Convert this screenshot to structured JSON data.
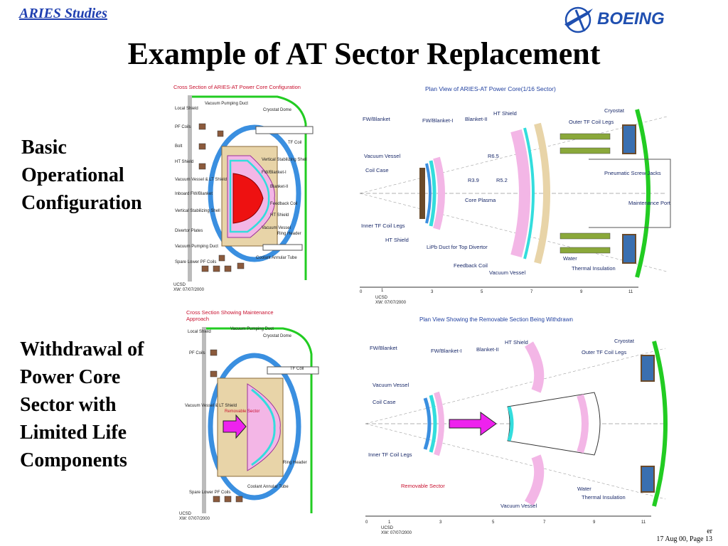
{
  "header": {
    "studies_link": "ARIES Studies",
    "logo_text": "BOEING"
  },
  "slide": {
    "title": "Example of AT Sector Replacement",
    "basic_text": [
      "Basic",
      "Operational",
      "Configuration"
    ],
    "withdraw_text": [
      "Withdrawal of",
      "Power Core",
      "Sector with",
      "Limited Life",
      "Components"
    ]
  },
  "fig1": {
    "caption": "Cross Section of ARIES-AT Power Core Configuration",
    "stamp": [
      "UCSD",
      "XW: 07/07/2000"
    ],
    "labels": [
      "Vacuum Pumping Duct",
      "Cryostat Dome",
      "Local Shield",
      "PF Coils",
      "TF Coil",
      "Bolt",
      "Vertical Stabilizing Shell",
      "HT Shield",
      "FW/Blanket-I",
      "Vacuum Vessel & LT Shield",
      "Blanket-II",
      "Inboard FW/Blanket",
      "Feedback Coil",
      "Vertical Stabilizing Shell",
      "HT Shield",
      "Vacuum Vessel",
      "Divertor Plates",
      "Vacuum Pumping Duct",
      "Ring Header",
      "Spare Lower PF Coils",
      "Coolant Annular Tube"
    ]
  },
  "fig2": {
    "caption": "Plan View of ARIES-AT Power Core(1/16 Sector)",
    "stamp": [
      "UCSD",
      "XW: 07/07/2000"
    ],
    "labels": [
      "FW/Blanket",
      "FW/Blanket-I",
      "Blanket-II",
      "HT Shield",
      "Cryostat",
      "Outer TF Coil Legs",
      "Vacuum Vessel",
      "Coil Case",
      "R6.5",
      "R3.9",
      "R5.2",
      "Core Plasma",
      "Pneumatic Screw Jacks",
      "Maintenance Port",
      "Inner TF Coil Legs",
      "HT Shield",
      "LiPb Duct for Top Divertor",
      "Feedback Coil",
      "Vacuum Vessel",
      "Water",
      "Thermal Insulation"
    ],
    "axis": [
      "0",
      "1",
      "3",
      "5",
      "7",
      "9",
      "11"
    ]
  },
  "fig3": {
    "caption": [
      "Cross Section Showing Maintenance",
      "Approach"
    ],
    "stamp": [
      "UCSD",
      "XW: 07/07/2000"
    ],
    "labels": [
      "Local Shield",
      "Vacuum Pumping Duct",
      "Cryostat Dome",
      "PF Coils",
      "TF Coil",
      "Vacuum Vessel & LT Shield",
      "Removable Sector",
      "Ring Header",
      "Spare Lower PF Coils",
      "Coolant Annular Tube"
    ]
  },
  "fig4": {
    "caption": "Plan View Showing the Removable Section Being Withdrawn",
    "stamp": [
      "UCSD",
      "XW: 07/07/2000"
    ],
    "labels": [
      "FW/Blanket",
      "FW/Blanket-I",
      "Blanket-II",
      "HT Shield",
      "Cryostat",
      "Outer TF Coil Legs",
      "Vacuum Vessel",
      "Coil Case",
      "Inner TF Coil Legs",
      "Removable Sector",
      "Water",
      "Thermal Insulation",
      "Vacuum Vessel"
    ],
    "axis": [
      "0",
      "1",
      "3",
      "5",
      "7",
      "9",
      "11"
    ]
  },
  "footer": {
    "line1": "er",
    "line2": "17 Aug 00, Page 13"
  },
  "colors": {
    "link": "#1f3fb0",
    "logo": "#1f4fb0",
    "caption_red": "#c8102e",
    "caption_blue": "#1f3f9f",
    "plasma": "#ee1111",
    "blanket_cyan": "#33dddd",
    "blanket_pink": "#f3b6e6",
    "shield_tan": "#e8d4a8",
    "cryostat_green": "#22cc22",
    "vessel_blue": "#3a8fe0",
    "arrow_magenta": "#ee22ee"
  }
}
